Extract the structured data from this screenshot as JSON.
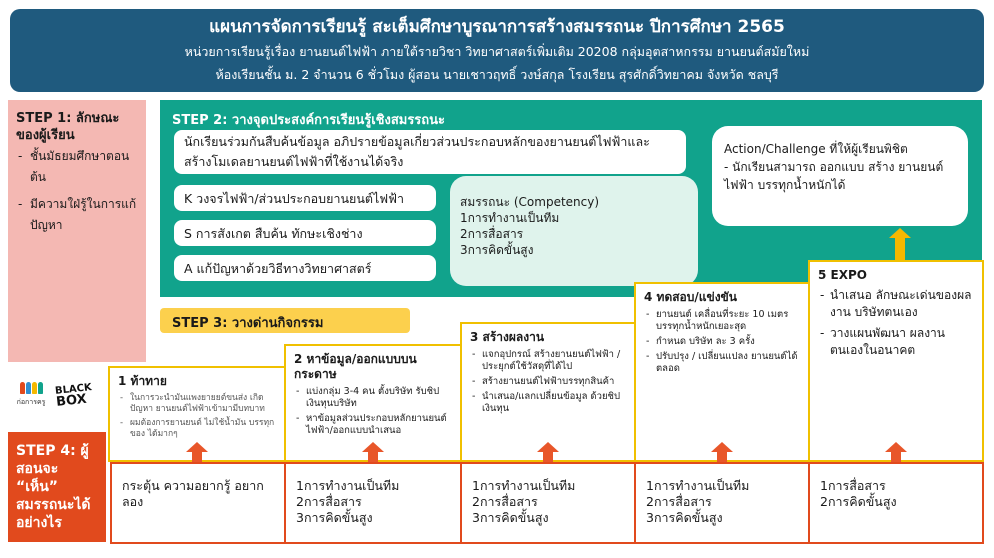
{
  "header": {
    "title": "แผนการจัดการเรียนรู้ สะเต็มศึกษาบูรณาการสร้างสมรรถนะ ปีการศึกษา 2565",
    "line2": "หน่วยการเรียนรู้เรื่อง ยานยนต์ไฟฟ้า ภายใต้รายวิชา วิทยาศาสตร์เพิ่มเติม 20208  กลุ่มอุตสาหกรรม ยานยนต์สมัยใหม่",
    "line3": "ห้องเรียนชั้น ม. 2 จำนวน 6 ชั่วโมง ผู้สอน นายเชาวฤทธิ์ วงษ์สกุล โรงเรียน สุรศักดิ์วิทยาคม จังหวัด ชลบุรี"
  },
  "step1": {
    "title": "STEP 1: ลักษณะของผู้เรียน",
    "items": [
      "ชั้นมัธยมศึกษาตอนต้น",
      "มีความใฝ่รู้ในการแก้ปัญหา"
    ]
  },
  "step2": {
    "title": "STEP 2: วางจุดประสงค์การเรียนรู้เชิงสมรรถนะ",
    "objective": "นักเรียนร่วมกันสืบค้นข้อมูล อภิปรายข้อมูลเกี่ยวส่วนประกอบหลักของยานยนต์ไฟฟ้าและสร้างโมเดลยานยนต์ไฟฟ้าที่ใช้งานได้จริง",
    "k": "K วงจรไฟฟ้า/ส่วนประกอบยานยนต์ไฟฟ้า",
    "s": "S การสังเกต สืบค้น ทักษะเชิงช่าง",
    "a": "A แก้ปัญหาด้วยวิธีทางวิทยาศาสตร์",
    "competency_title": "สมรรถนะ (Competency)",
    "competencies": [
      "1การทำงานเป็นทีม",
      "2การสื่อสาร",
      "3การคิดขั้นสูง"
    ],
    "challenge_title": "Action/Challenge ที่ให้ผู้เรียนพิชิต",
    "challenge_text": "- นักเรียนสามารถ ออกแบบ สร้าง ยานยนต์ไฟฟ้า บรรทุกน้ำหนักได้"
  },
  "step3": {
    "title": "STEP 3: วางด่านกิจกรรม"
  },
  "stairs": [
    {
      "title": "1 ท้าทาย",
      "items": [
        "ในการวะนำมันแพงยายยต์ขนส่ง เกิดปัญหา ยานยนต์ไฟฟ้าเข้ามามีบทบาท",
        "ผมต้องการยานยนต์ ไม่ใช้น้ำมัน บรรทุกของ ได้มากๆ"
      ]
    },
    {
      "title": "2 หาข้อมูล/ออกแบบบนกระดาษ",
      "items": [
        "แบ่งกลุ่ม 3-4 คน ตั้งบริษัท รับชิป เงินทุนบริษัท",
        "หาข้อมูลส่วนประกอบหลักยานยนต์ไฟฟ้า/ออกแบบนำเสนอ"
      ]
    },
    {
      "title": "3 สร้างผลงาน",
      "items": [
        "แจกอุปกรณ์ สร้างยานยนต์ไฟฟ้า /ประยุกต์ใช้วัสดุที่ได้ไป",
        "สร้างยานยนต์ไฟฟ้าบรรทุกสินค้า",
        "นำเสนอ/แลกเปลี่ยนข้อมูล ด้วยชิปเงินทุน"
      ]
    },
    {
      "title": "4 ทดสอบ/แข่งขัน",
      "items": [
        "ยานยนต์ เคลื่อนที่ระยะ 10 เมตร บรรทุกน้ำหนักเยอะสุด",
        "กำหนด บริษัท ละ 3 ครั้ง",
        "ปรับปรุง / เปลี่ยนแปลง ยานยนต์ได้ตลอด"
      ]
    },
    {
      "title": "5 EXPO",
      "items": [
        "นำเสนอ ลักษณะเด่นของผลงาน บริษัทตนเอง",
        "วางแผนพัฒนา ผลงานตนเองในอนาคต"
      ]
    }
  ],
  "logos": {
    "kru_caption": "ก่อการครู",
    "box_line1": "BLACK",
    "box_line2": "BOX"
  },
  "step4": {
    "title": "STEP 4: ผู้สอนจะ “เห็น” สมรรถนะได้อย่างไร"
  },
  "competency_cells": [
    [
      "กระตุ้น ความอยากรู้ อยากลอง"
    ],
    [
      "1การทำงานเป็นทีม",
      "2การสื่อสาร",
      "3การคิดขั้นสูง"
    ],
    [
      "1การทำงานเป็นทีม",
      "2การสื่อสาร",
      "3การคิดขั้นสูง"
    ],
    [
      "1การทำงานเป็นทีม",
      "2การสื่อสาร",
      "3การคิดขั้นสูง"
    ],
    [
      "1การสื่อสาร",
      "2การคิดขั้นสูง"
    ]
  ],
  "colors": {
    "header_bg": "#1f5a7e",
    "step1_bg": "#f4b8b3",
    "step2_bg": "#11a38c",
    "competency_bg": "#dff3ec",
    "step3_bg": "#fcd04d",
    "stair_border": "#f0c000",
    "step4_bg": "#e14a1d",
    "arrow_orange": "#e8562a",
    "arrow_yellow": "#f5b800"
  }
}
